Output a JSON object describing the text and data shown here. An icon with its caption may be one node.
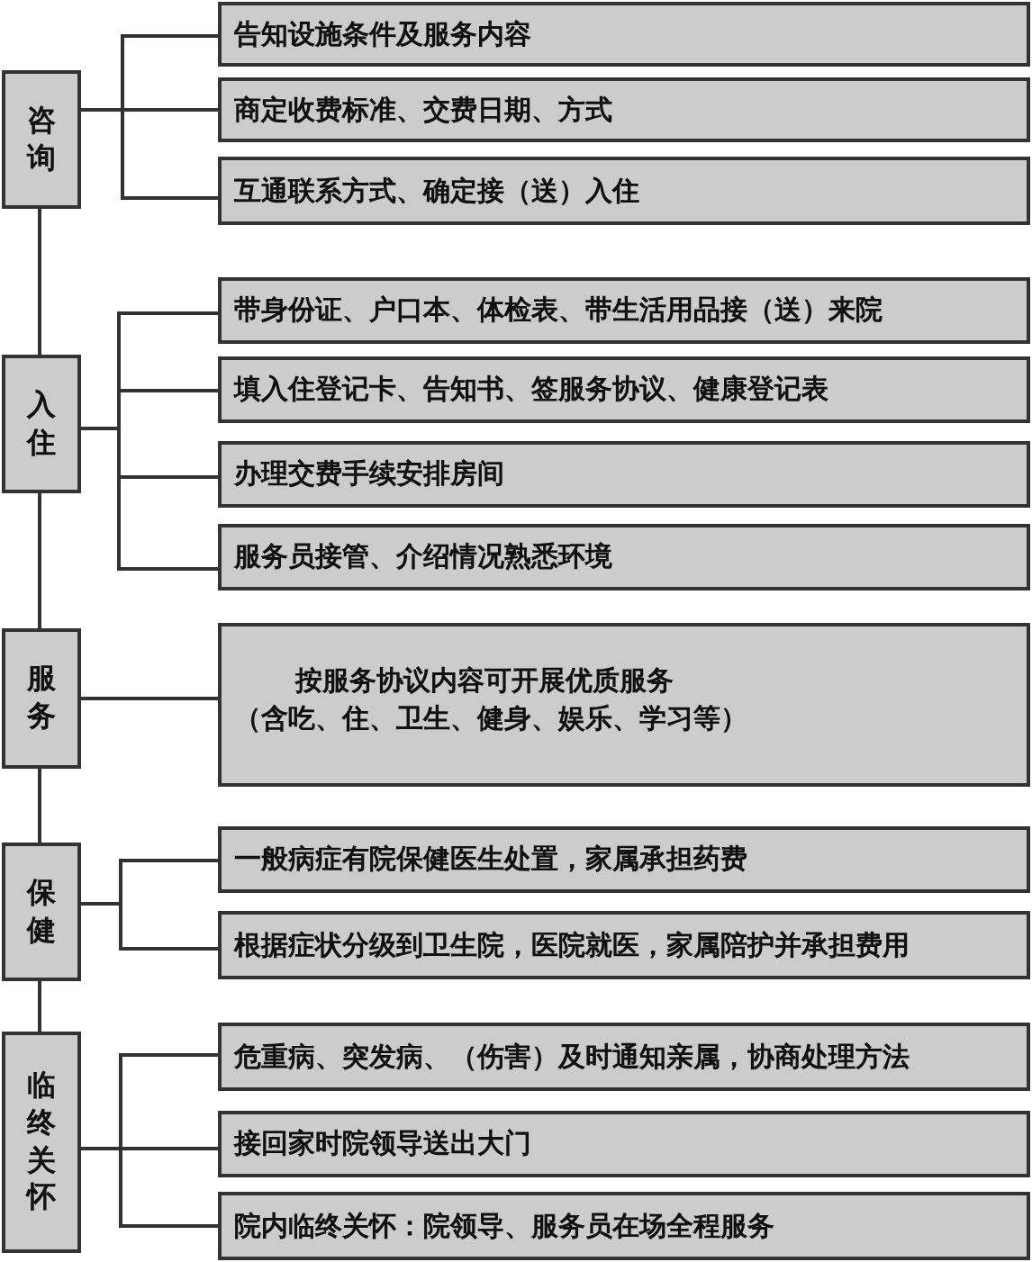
{
  "diagram": {
    "nodes": [
      {
        "text": [
          "咨询"
        ]
      },
      {
        "text": [
          "告知设施条件及服务内容"
        ]
      },
      {
        "text": [
          "商定收费标准、交费日期、方式"
        ]
      },
      {
        "text": [
          "互通联系方式、确定接（送）入住"
        ]
      },
      {
        "text": [
          "入住"
        ]
      },
      {
        "text": [
          "带身份证、户口本、体检表、带生活用品接（送）来院"
        ]
      },
      {
        "text": [
          "填入住登记卡、告知书、签服务协议、健康登记表"
        ]
      },
      {
        "text": [
          "办理交费手续安排房间"
        ]
      },
      {
        "text": [
          "服务员接管、介绍情况熟悉环境"
        ]
      },
      {
        "text": [
          "服务"
        ]
      },
      {
        "text": [
          "按服务协议内容可开展优质服务",
          "（含吃、住、卫生、健身、娱乐、学习等）"
        ]
      },
      {
        "text": [
          "保健"
        ]
      },
      {
        "text": [
          "一般病症有院保健医生处置，家属承担药费"
        ]
      },
      {
        "text": [
          "根据症状分级到卫生院，医院就医，家属陪护并承担费用"
        ]
      },
      {
        "text": [
          "临终关怀"
        ]
      },
      {
        "text": [
          "危重病、突发病、（伤害）及时通知亲属，协商处理方法"
        ]
      },
      {
        "text": [
          "接回家时院领导送出大门"
        ]
      },
      {
        "text": [
          "院内临终关怀：院领导、服务员在场全程服务"
        ]
      }
    ],
    "edges": [
      {
        "from": 0,
        "to": 4,
        "arrow": "none"
      },
      {
        "from": 4,
        "to": 9,
        "arrow": "none"
      },
      {
        "from": 9,
        "to": 11,
        "arrow": "none"
      },
      {
        "from": 11,
        "to": 14,
        "arrow": "none"
      },
      {
        "from": 0,
        "to": 1,
        "arrow": "none"
      },
      {
        "from": 0,
        "to": 2,
        "arrow": "none"
      },
      {
        "from": 0,
        "to": 3,
        "arrow": "none"
      },
      {
        "from": 4,
        "to": 5,
        "arrow": "none"
      },
      {
        "from": 4,
        "to": 6,
        "arrow": "none"
      },
      {
        "from": 4,
        "to": 7,
        "arrow": "none"
      },
      {
        "from": 4,
        "to": 8,
        "arrow": "none"
      },
      {
        "from": 9,
        "to": 10,
        "arrow": "none"
      },
      {
        "from": 11,
        "to": 12,
        "arrow": "none"
      },
      {
        "from": 11,
        "to": 13,
        "arrow": "none"
      },
      {
        "from": 14,
        "to": 15,
        "arrow": "none"
      },
      {
        "from": 14,
        "to": 16,
        "arrow": "none"
      },
      {
        "from": 14,
        "to": 17,
        "arrow": "none"
      }
    ]
  }
}
